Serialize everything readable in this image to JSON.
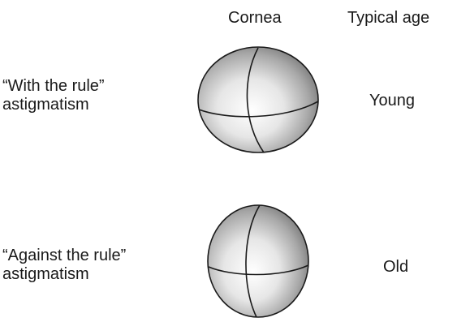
{
  "headers": {
    "cornea": "Cornea",
    "typical_age": "Typical age"
  },
  "rows": [
    {
      "type_line1": "“With the rule”",
      "type_line2": "astigmatism",
      "age": "Young"
    },
    {
      "type_line1": "“Against the rule”",
      "type_line2": "astigmatism",
      "age": "Old"
    }
  ],
  "colors": {
    "outline": "#1a1a1a",
    "shade_light": "#ffffff",
    "shade_dark": "#7a7a7a"
  }
}
